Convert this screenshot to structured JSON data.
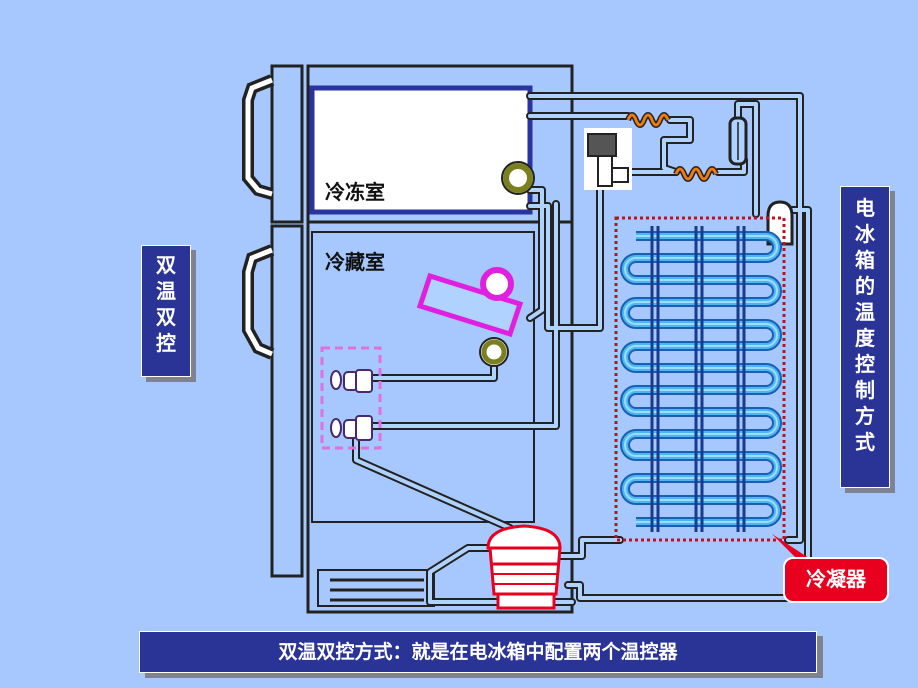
{
  "left_label": [
    "双",
    "温",
    "双",
    "控"
  ],
  "right_label": [
    "电",
    "冰",
    "箱",
    "的",
    "温",
    "度",
    "控",
    "制",
    "方",
    "式"
  ],
  "freezer_label": "冷冻室",
  "fridge_label": "冷藏室",
  "condenser_label": "冷凝器",
  "caption": "双温双控方式：就是在电冰箱中配置两个温控器",
  "colors": {
    "background": "#a6c8ff",
    "box_fill": "#2a3496",
    "pipe": "#b0d2ff",
    "outline": "#222222",
    "accent_magenta": "#e020e0",
    "accent_red": "#e8001e",
    "coil_orange": "#f07a10",
    "evaporator_tube": "#20a0f0"
  }
}
